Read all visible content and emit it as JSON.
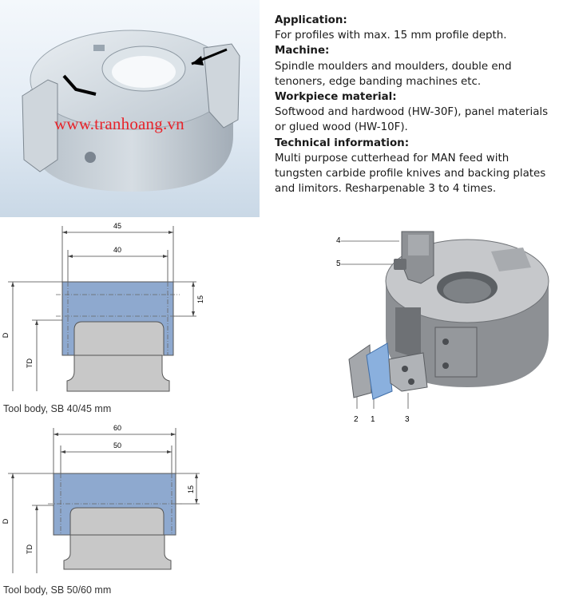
{
  "watermark": "www.tranhoang.vn",
  "info": {
    "application_title": "Application:",
    "application_text": "For profiles with max. 15 mm profile depth.",
    "machine_title": "Machine:",
    "machine_text_1": "Spindle moulders and moulders, double end",
    "machine_text_2": "tenoners, edge banding machines etc.",
    "workpiece_title": "Workpiece material:",
    "workpiece_text_1": "Softwood and hardwood (HW-30F), panel materials",
    "workpiece_text_2": "or glued wood (HW-10F).",
    "technical_title": "Technical information:",
    "technical_text_1": "Multi purpose cutterhead for MAN feed with",
    "technical_text_2": "tungsten carbide profile knives and backing plates",
    "technical_text_3": "and limitors. Resharpenable 3 to 4 times."
  },
  "drawing1": {
    "dim_outer": "45",
    "dim_inner": "40",
    "dim_depth": "15",
    "label_d": "D",
    "label_td": "TD",
    "caption": "Tool body, SB 40/45 mm"
  },
  "drawing2": {
    "dim_outer": "60",
    "dim_inner": "50",
    "dim_depth": "15",
    "label_d": "D",
    "label_td": "TD",
    "caption": "Tool body, SB 50/60 mm"
  },
  "exploded": {
    "label_1": "1",
    "label_2": "2",
    "label_3": "3",
    "label_4": "4",
    "label_5": "5"
  },
  "colors": {
    "body_blue": "#8ea9cf",
    "body_grey": "#c8c8c8",
    "watermark": "#e8232a"
  }
}
